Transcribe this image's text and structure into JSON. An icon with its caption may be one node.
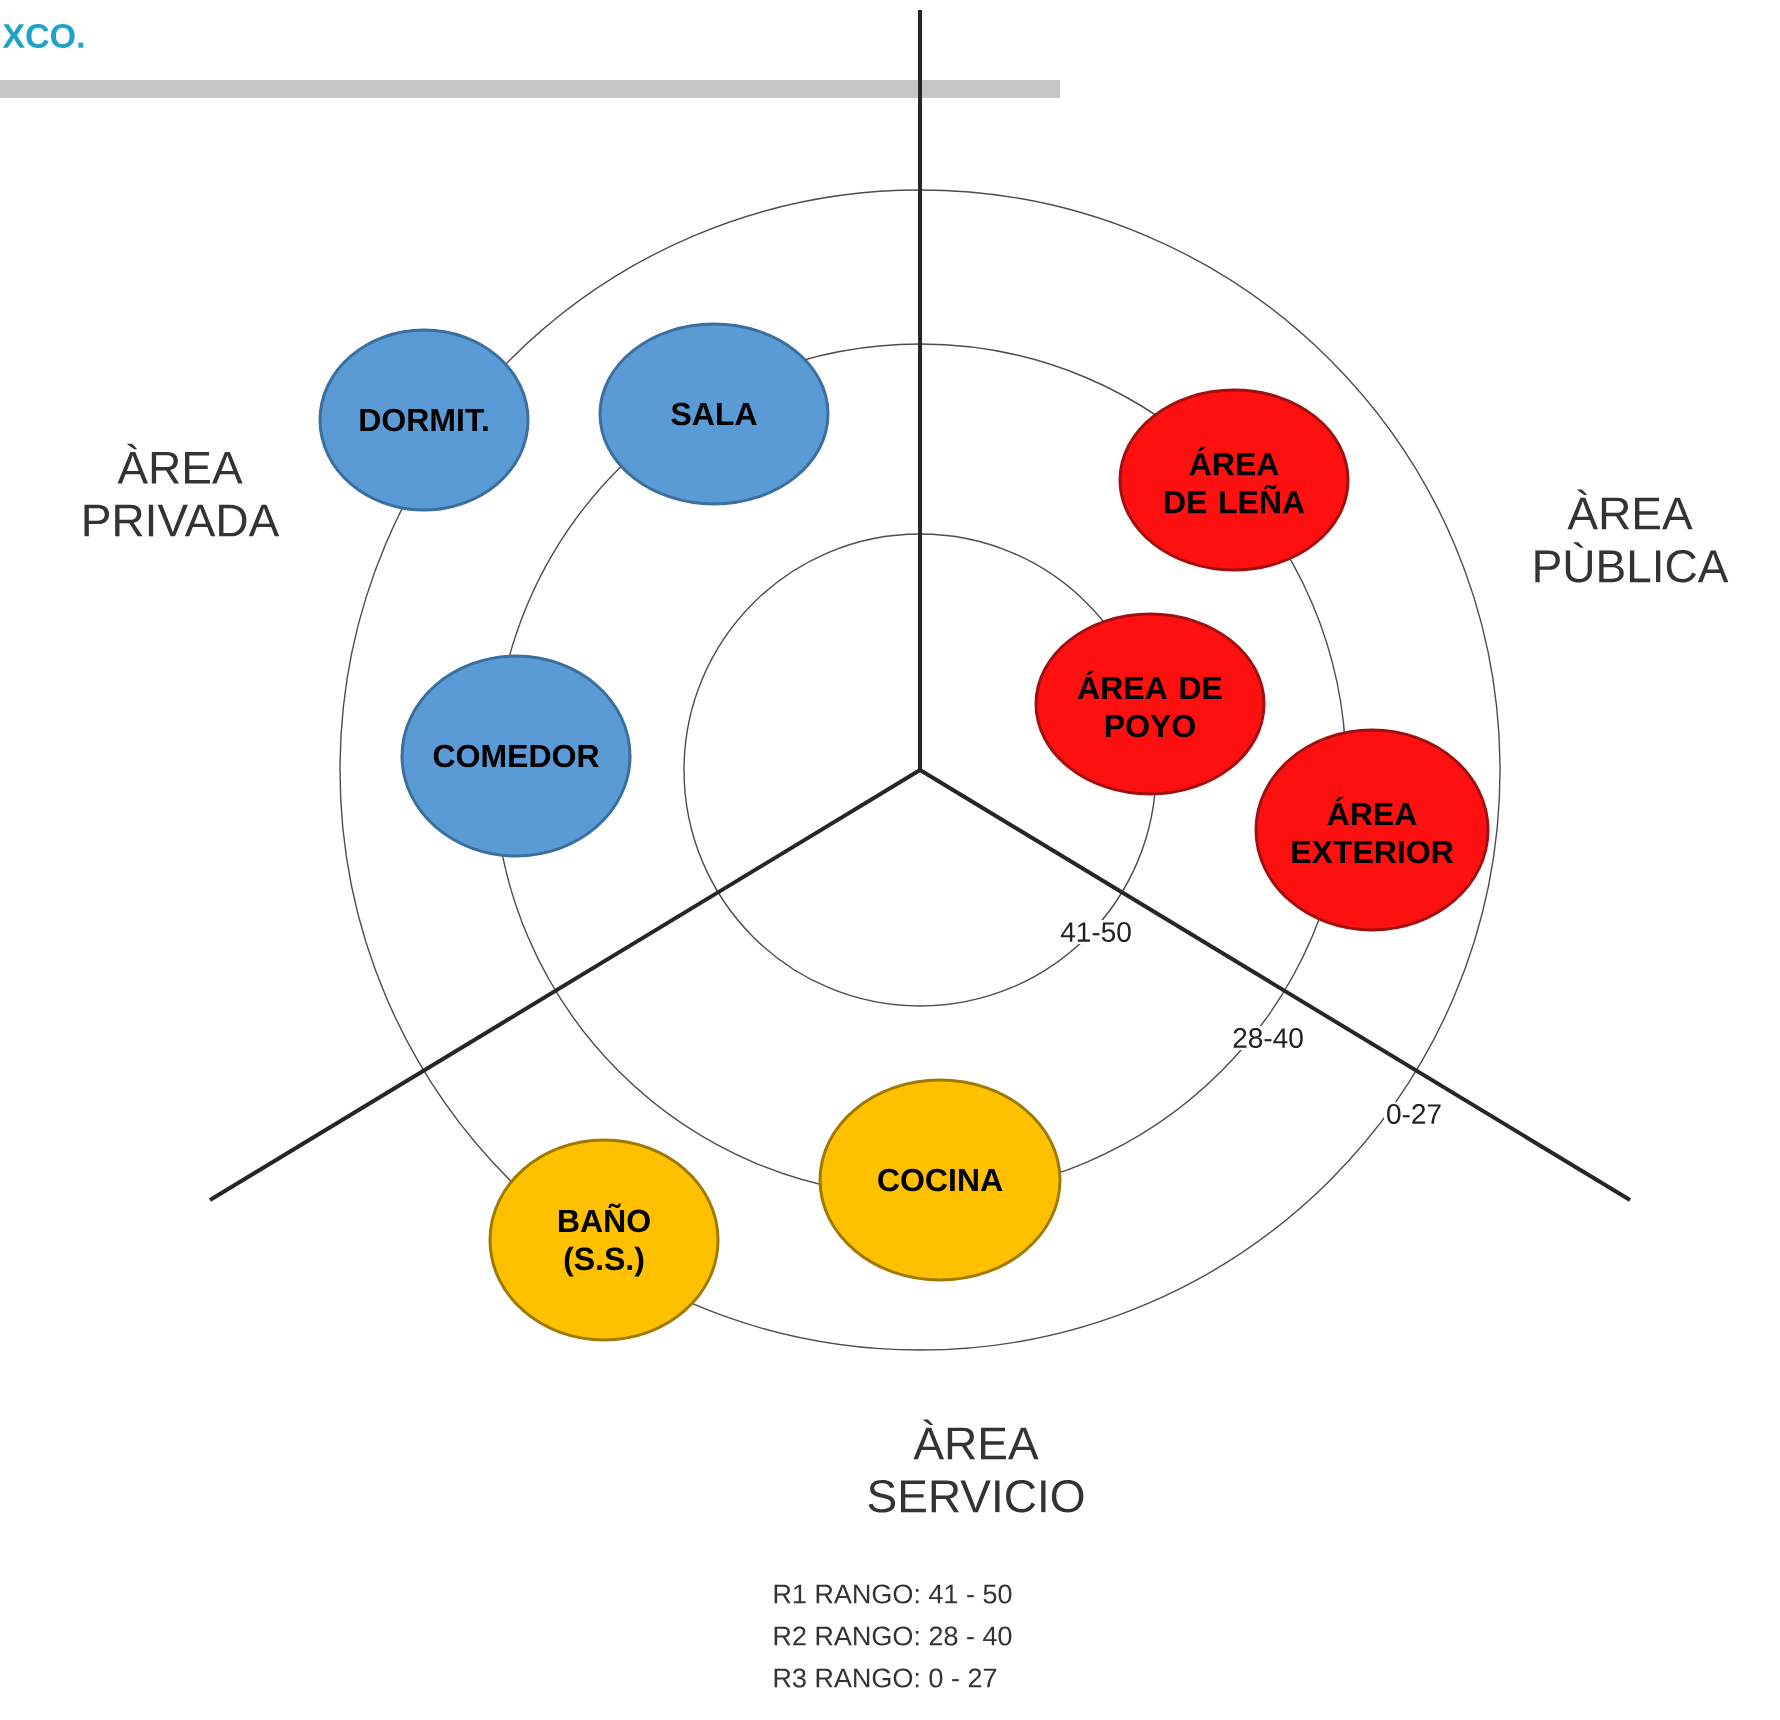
{
  "diagram": {
    "nodes": [
      {
        "text": [
          "DORMIT."
        ]
      },
      {
        "text": [
          "SALA"
        ]
      },
      {
        "text": [
          "ÁREA DE LEÑA"
        ]
      },
      {
        "text": [
          "ÁREA DE POYO"
        ]
      },
      {
        "text": [
          "ÁREA EXTERIOR"
        ]
      },
      {
        "text": [
          "COMEDOR"
        ]
      },
      {
        "text": [
          "COCINA"
        ]
      },
      {
        "text": [
          "BAÑO (S.S.)"
        ]
      }
    ],
    "labels": [
      "XCO.",
      "ÀREA PRIVADA",
      "ÀREA PÙBLICA",
      "41-50",
      "28-40",
      "0-27",
      "ÀREA SERVICIO",
      "R1  RANGO: 41 - 50",
      "R2  RANGO: 28 - 40",
      "R3  RANGO:   0 - 27"
    ]
  }
}
